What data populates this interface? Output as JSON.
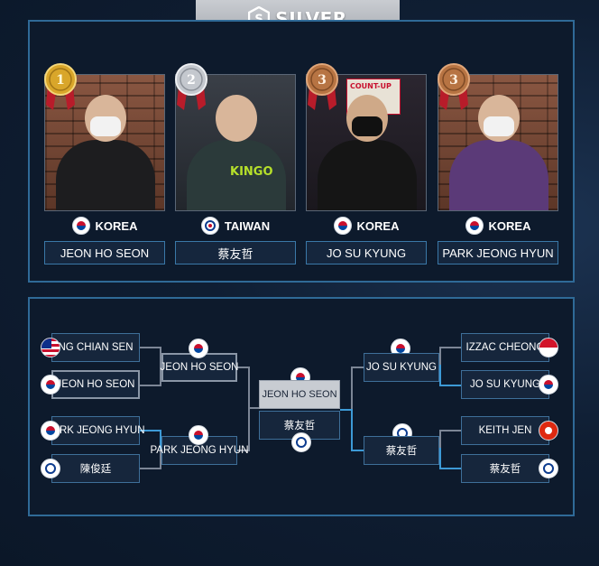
{
  "tier": {
    "label": "SILVER"
  },
  "podium": [
    {
      "rank": "1",
      "medal": "gold",
      "country": "KOREA",
      "flag": "kr-flag-icon",
      "name": "JEON HO SEON",
      "shirt": "#1d1d1f"
    },
    {
      "rank": "2",
      "medal": "silver",
      "country": "TAIWAN",
      "flag": "tw-flag-icon",
      "name": "蔡友哲",
      "shirt": "#2b3a3a"
    },
    {
      "rank": "3",
      "medal": "bronze",
      "country": "KOREA",
      "flag": "kr-flag-icon",
      "name": "JO SU KYUNG",
      "shirt": "#151515"
    },
    {
      "rank": "3",
      "medal": "bronze",
      "country": "KOREA",
      "flag": "kr-flag-icon",
      "name": "PARK JEONG HYUN",
      "shirt": "#5b3a78"
    }
  ],
  "bracket": {
    "left_r1": [
      {
        "name": "NG CHIAN SEN",
        "flag": "my-flag-icon"
      },
      {
        "name": "JEON HO SEON",
        "flag": "kr-flag-icon",
        "winner": true
      },
      {
        "name": "PARK JEONG HYUN",
        "flag": "kr-flag-icon"
      },
      {
        "name": "陳俊廷",
        "flag": "tw-flag-icon"
      }
    ],
    "left_r2": [
      {
        "name": "JEON HO SEON",
        "flag": "kr-flag-icon"
      },
      {
        "name": "PARK JEONG HYUN",
        "flag": "kr-flag-icon"
      }
    ],
    "final": [
      {
        "name": "JEON HO SEON",
        "flag": "kr-flag-icon"
      },
      {
        "name": "蔡友哲",
        "flag": "tw-flag-icon"
      }
    ],
    "right_r2": [
      {
        "name": "JO SU KYUNG",
        "flag": "kr-flag-icon"
      },
      {
        "name": "蔡友哲",
        "flag": "tw-flag-icon"
      }
    ],
    "right_r1": [
      {
        "name": "IZZAC CHEONG",
        "flag": "sg-flag-icon"
      },
      {
        "name": "JO SU KYUNG",
        "flag": "kr-flag-icon"
      },
      {
        "name": "KEITH JEN",
        "flag": "hk-flag-icon"
      },
      {
        "name": "蔡友哲",
        "flag": "tw-flag-icon"
      }
    ]
  },
  "colors": {
    "panel_border": "#2f6a97",
    "blue_path": "#3d9ad6",
    "grey_path": "#7c8696",
    "gold": "#d9a62a",
    "silver": "#c4c8ce",
    "bronze": "#b77443"
  }
}
